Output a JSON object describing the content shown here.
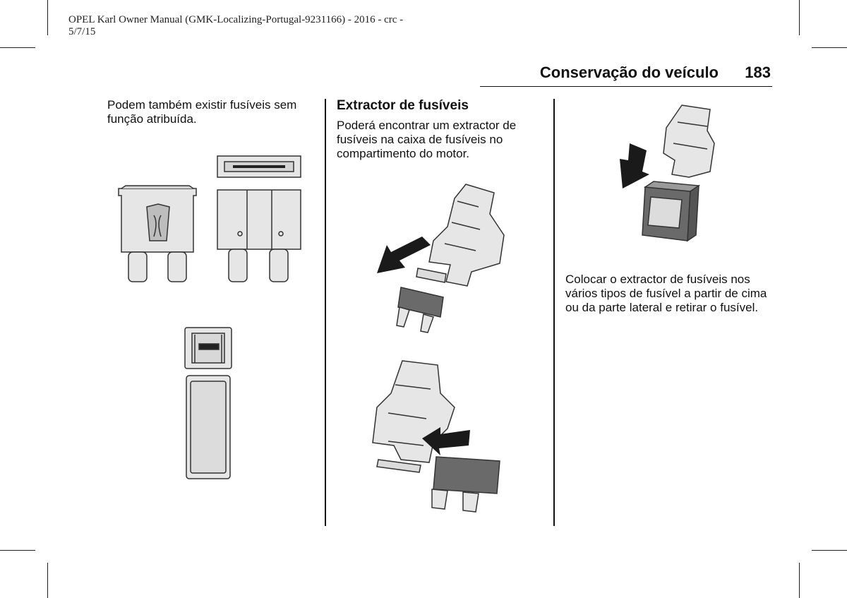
{
  "print_header": {
    "line1": "OPEL Karl Owner Manual (GMK-Localizing-Portugal-9231166) - 2016 - crc -",
    "line2": "5/7/15"
  },
  "running_head": {
    "section_title": "Conservação do veículo",
    "page_number": "183"
  },
  "column1": {
    "text": "Podem também existir fusíveis sem função atribuída."
  },
  "column2": {
    "heading": "Extractor de fusíveis",
    "text": "Poderá encontrar um extractor de fusíveis na caixa de fusíveis no compartimento do motor."
  },
  "column3": {
    "text": "Colocar o extractor de fusíveis nos vários tipos de fusível a partir de cima ou da parte lateral e retirar o fusível."
  },
  "colors": {
    "text": "#111111",
    "illustration_fill": "#e6e6e6",
    "illustration_dark": "#6a6a6a",
    "arrow": "#1a1a1a"
  }
}
